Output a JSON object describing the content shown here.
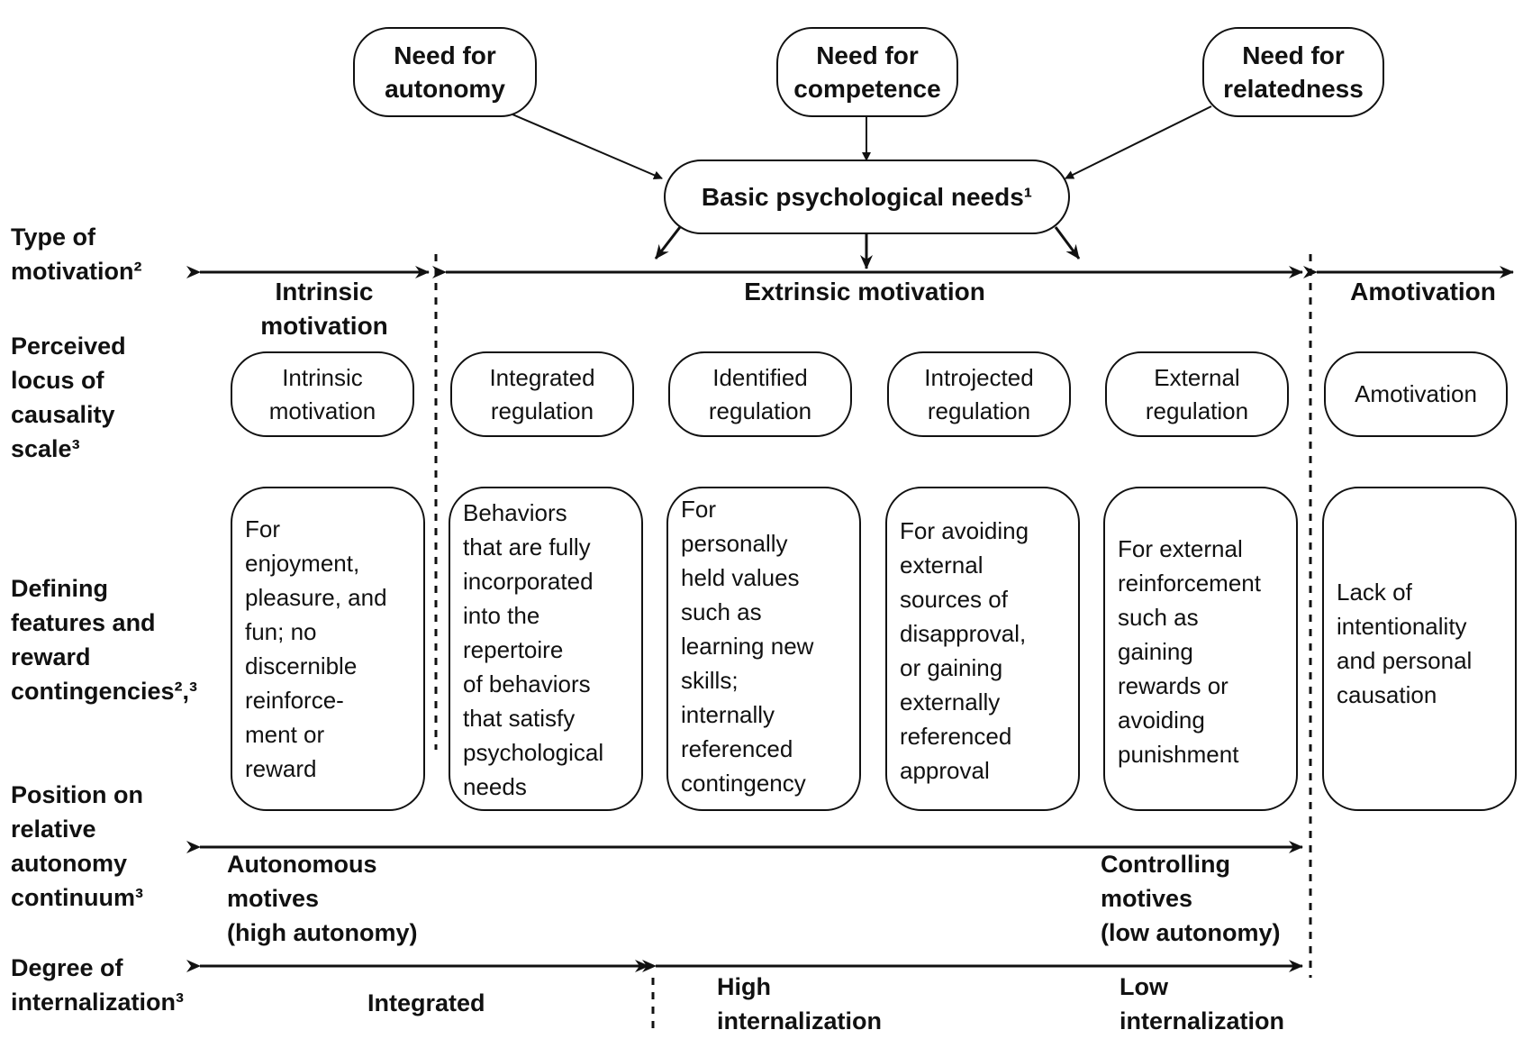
{
  "needs": {
    "autonomy": "Need for\nautonomy",
    "competence": "Need for\ncompetence",
    "relatedness": "Need for\nrelatedness",
    "basic": "Basic psychological needs¹"
  },
  "row_labels": {
    "type_of_motivation": "Type of\nmotivation²",
    "locus": "Perceived\nlocus of\ncausality\nscale³",
    "defining": "Defining\nfeatures and\nreward\ncontingencies²,³",
    "position": "Position on\nrelative\nautonomy\ncontinuum³",
    "degree": "Degree of\ninternalization³"
  },
  "motivation_types": {
    "intrinsic": "Intrinsic\nmotivation",
    "extrinsic": "Extrinsic motivation",
    "amotivation": "Amotivation"
  },
  "scale_boxes": [
    "Intrinsic\nmotivation",
    "Integrated\nregulation",
    "Identified\nregulation",
    "Introjected\nregulation",
    "External\nregulation",
    "Amotivation"
  ],
  "feature_boxes": [
    "For\nenjoyment,\npleasure, and\nfun; no\ndiscernible\nreinforce-\nment or\nreward",
    "Behaviors\nthat are fully\nincorporated\ninto the\nrepertoire\nof behaviors\nthat satisfy\npsychological\nneeds",
    "For\npersonally\nheld values\nsuch as\nlearning new\nskills;\ninternally\nreferenced\ncontingency",
    "For avoiding\nexternal\nsources of\ndisapproval,\nor gaining\nexternally\nreferenced\napproval",
    "For external\nreinforcement\nsuch as\ngaining\nrewards or\navoiding\npunishment",
    "Lack of\nintentionality\nand personal\ncausation"
  ],
  "continuum": {
    "autonomous": "Autonomous\nmotives\n(high autonomy)",
    "controlling": "Controlling\nmotives\n(low autonomy)"
  },
  "internalization": {
    "integrated": "Integrated",
    "high": "High\ninternalization",
    "low": "Low\ninternalization"
  }
}
